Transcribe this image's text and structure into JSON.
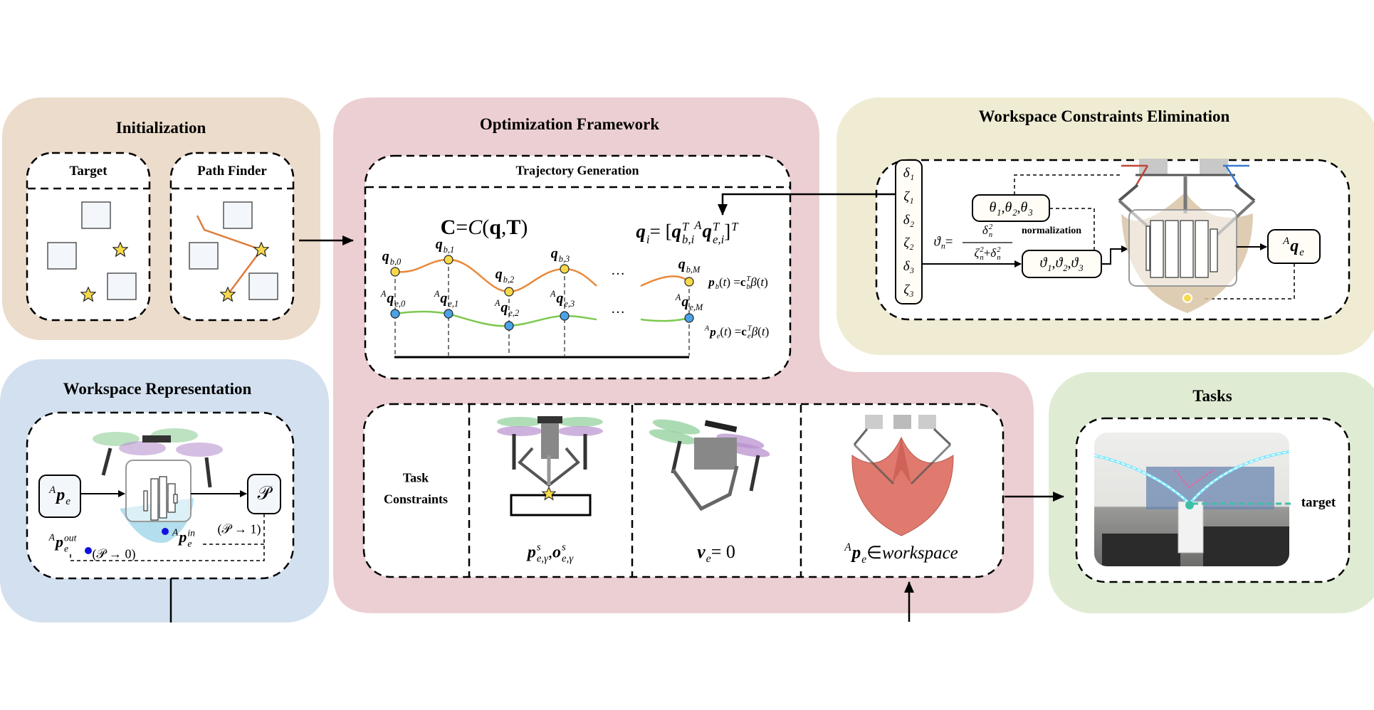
{
  "colors": {
    "initialization_bg": "#ecdccb",
    "optimization_bg": "#eccfd2",
    "workspace_constraints_bg": "#f0ecd3",
    "workspace_representation_bg": "#d3e0ef",
    "tasks_bg": "#dfecd3",
    "trajectory_b": "#e9893a",
    "trajectory_e": "#7cc94f",
    "waypoint_b": "#f6d84a",
    "waypoint_e": "#4aa3e8",
    "path": "#e07b39",
    "star": "#f6d84a",
    "obstacle_fill": "#f3f6fb",
    "sample_point": "#1010e0",
    "target_marker": "#3fbfa8"
  },
  "initialization": {
    "title": "Initialization",
    "target": {
      "title": "Target"
    },
    "path_finder": {
      "title": "Path Finder"
    }
  },
  "optimization": {
    "title": "Optimization Framework",
    "trajectory": {
      "title": "Trajectory Generation",
      "cost": [
        {
          "t": "C",
          "s": "b"
        },
        {
          "t": " = ",
          "s": "r"
        },
        {
          "t": "C",
          "s": "i"
        },
        {
          "t": "(",
          "s": "r"
        },
        {
          "t": "q",
          "s": "b"
        },
        {
          "t": ", ",
          "s": "r"
        },
        {
          "t": "T",
          "s": "b"
        },
        {
          "t": ")",
          "s": "r"
        }
      ],
      "state": [
        {
          "t": "q",
          "s": "bi",
          "sub": "i"
        },
        {
          "t": " = [",
          "s": "r"
        },
        {
          "t": "q",
          "s": "bi",
          "sup": "T",
          "sub": "b,i"
        },
        {
          "t": "  ",
          "s": "r"
        },
        {
          "t": "q",
          "s": "bi",
          "pre": "A",
          "sup": "T",
          "sub": "e,i"
        },
        {
          "t": "]",
          "s": "r",
          "sup": "T"
        }
      ],
      "base_waypoints": [
        {
          "pre": "",
          "base": "q",
          "sub": "b,0"
        },
        {
          "pre": "",
          "base": "q",
          "sub": "b,1"
        },
        {
          "pre": "",
          "base": "q",
          "sub": "b,2"
        },
        {
          "pre": "",
          "base": "q",
          "sub": "b,3"
        },
        {
          "pre": "",
          "base": "q",
          "sub": "b,M"
        }
      ],
      "ee_waypoints": [
        {
          "pre": "A",
          "base": "q",
          "sub": "e,0"
        },
        {
          "pre": "A",
          "base": "q",
          "sub": "e,1"
        },
        {
          "pre": "A",
          "base": "q",
          "sub": "e,2"
        },
        {
          "pre": "A",
          "base": "q",
          "sub": "e,3"
        },
        {
          "pre": "A",
          "base": "q",
          "sub": "e,M"
        }
      ],
      "ellipsis": "···",
      "base_poly": [
        {
          "t": "p",
          "s": "bi",
          "sub": "b"
        },
        {
          "t": "(",
          "s": "r"
        },
        {
          "t": "t",
          "s": "i"
        },
        {
          "t": ") = ",
          "s": "r"
        },
        {
          "t": "c",
          "s": "b",
          "sup": "T",
          "sub": "b"
        },
        {
          "t": "β",
          "s": "i"
        },
        {
          "t": "(",
          "s": "r"
        },
        {
          "t": "t",
          "s": "i"
        },
        {
          "t": ")",
          "s": "r"
        }
      ],
      "ee_poly": [
        {
          "t": "p",
          "s": "bi",
          "pre": "A",
          "sub": "e"
        },
        {
          "t": "(",
          "s": "r"
        },
        {
          "t": "t",
          "s": "i"
        },
        {
          "t": ") = ",
          "s": "r"
        },
        {
          "t": "c",
          "s": "b",
          "sup": "T",
          "sub": "e"
        },
        {
          "t": "β",
          "s": "i"
        },
        {
          "t": "(",
          "s": "r"
        },
        {
          "t": "t",
          "s": "i"
        },
        {
          "t": ")",
          "s": "r"
        }
      ]
    },
    "task_constraints": {
      "label_line1": "Task",
      "label_line2": "Constraints",
      "pose": [
        {
          "t": "p",
          "s": "bi",
          "sup": "s",
          "sub": "e,γ"
        },
        {
          "t": ", ",
          "s": "r"
        },
        {
          "t": "o",
          "s": "bi",
          "sup": "s",
          "sub": "e,γ"
        }
      ],
      "velocity": [
        {
          "t": "v",
          "s": "bi",
          "sub": "e"
        },
        {
          "t": " = 0",
          "s": "r"
        }
      ],
      "workspace": [
        {
          "t": "p",
          "s": "bi",
          "pre": "A",
          "sub": "e"
        },
        {
          "t": " ∈ ",
          "s": "r"
        },
        {
          "t": "workspace",
          "s": "i"
        }
      ]
    }
  },
  "workspace_constraints": {
    "title": "Workspace Constraints Elimination",
    "params": [
      "δ₁",
      "ζ₁",
      "δ₂",
      "ζ₂",
      "δ₃",
      "ζ₃"
    ],
    "formula_lhs": [
      {
        "t": "ϑ",
        "s": "i",
        "sub": "n"
      },
      {
        "t": " =",
        "s": "r"
      }
    ],
    "formula_num": [
      {
        "t": "δ",
        "s": "i",
        "sup": "2",
        "sub": "n"
      }
    ],
    "formula_den": [
      {
        "t": "ζ",
        "s": "i",
        "sup": "2",
        "sub": "n"
      },
      {
        "t": " + ",
        "s": "r"
      },
      {
        "t": "δ",
        "s": "i",
        "sup": "2",
        "sub": "n"
      }
    ],
    "joint_angles": [
      {
        "t": "θ",
        "s": "i",
        "sub": "1"
      },
      {
        "t": ", ",
        "s": "r"
      },
      {
        "t": "θ",
        "s": "i",
        "sub": "2"
      },
      {
        "t": ", ",
        "s": "r"
      },
      {
        "t": "θ",
        "s": "i",
        "sub": "3"
      }
    ],
    "normalized_angles": [
      {
        "t": "ϑ",
        "s": "i",
        "sub": "1"
      },
      {
        "t": ", ",
        "s": "r"
      },
      {
        "t": "ϑ",
        "s": "i",
        "sub": "2"
      },
      {
        "t": ", ",
        "s": "r"
      },
      {
        "t": "ϑ",
        "s": "i",
        "sub": "3"
      }
    ],
    "normalization_label": "normalization",
    "output": [
      {
        "t": "q",
        "s": "bi",
        "pre": "A",
        "sub": "e"
      }
    ]
  },
  "workspace_representation": {
    "title": "Workspace Representation",
    "input": [
      {
        "t": "p",
        "s": "bi",
        "pre": "A",
        "sub": "e"
      }
    ],
    "output": [
      {
        "t": "𝒫",
        "s": "r"
      }
    ],
    "outside_point": [
      {
        "t": "p",
        "s": "bi",
        "pre": "A",
        "sup": "out",
        "sub": "e"
      }
    ],
    "outside_value": "(𝒫 → 0)",
    "inside_point": [
      {
        "t": "p",
        "s": "bi",
        "pre": "A",
        "sup": "in",
        "sub": "e"
      }
    ],
    "inside_value": "(𝒫 → 1)"
  },
  "tasks": {
    "title": "Tasks",
    "target_label": "target"
  }
}
